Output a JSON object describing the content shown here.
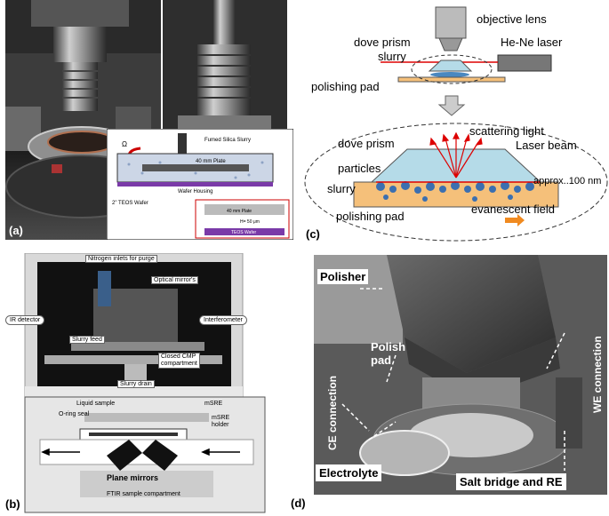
{
  "panel_a": {
    "label": "(a)",
    "inset": {
      "omega": "Ω",
      "slurry": "Fumed Silica Slurry",
      "plate": "40 mm Plate",
      "housing": "Wafer Housing",
      "wafer": "2\" TEOS Wafer",
      "zoom_plate": "40 mm Plate",
      "zoom_gap": "H= 50 μm",
      "zoom_wafer": "TEOS Wafer"
    }
  },
  "panel_b": {
    "label": "(b)",
    "nitrogen": "Nitrogen inlets for purge",
    "optical_mirrors": "Optical mirror's",
    "ir_detector": "IR detector",
    "interferometer": "Interferometer",
    "slurry_feed": "Slurry feed",
    "closed_cmp": "Closed CMP",
    "compartment": "compartment",
    "slurry_drain": "Slurry drain",
    "liquid_sample": "Liquid sample",
    "oring": "O-ring seal",
    "msre": "mSRE",
    "msre_holder_1": "mSRE",
    "msre_holder_2": "holder",
    "plane_mirrors": "Plane mirrors",
    "ftir": "FTIR sample compartment"
  },
  "panel_c": {
    "label": "(c)",
    "objective_lens": "objective lens",
    "dove_prism_top": "dove prism",
    "slurry_top": "slurry",
    "laser": "He-Ne laser",
    "polishing_pad_top": "polishing pad",
    "scattering_light": "scattering light",
    "dove_prism": "dove prism",
    "laser_beam": "Laser beam",
    "particles": "particles",
    "approx": "approx..100 nm",
    "slurry": "slurry",
    "polishing_pad": "polishing pad",
    "evanescent": "evanescent field"
  },
  "panel_d": {
    "label": "(d)",
    "polisher": "Polisher",
    "polish": "Polish",
    "pad": "pad",
    "ce_connection": "CE connection",
    "we_connection": "WE connection",
    "electrolyte": "Electrolyte",
    "salt_bridge": "Salt bridge and RE"
  }
}
